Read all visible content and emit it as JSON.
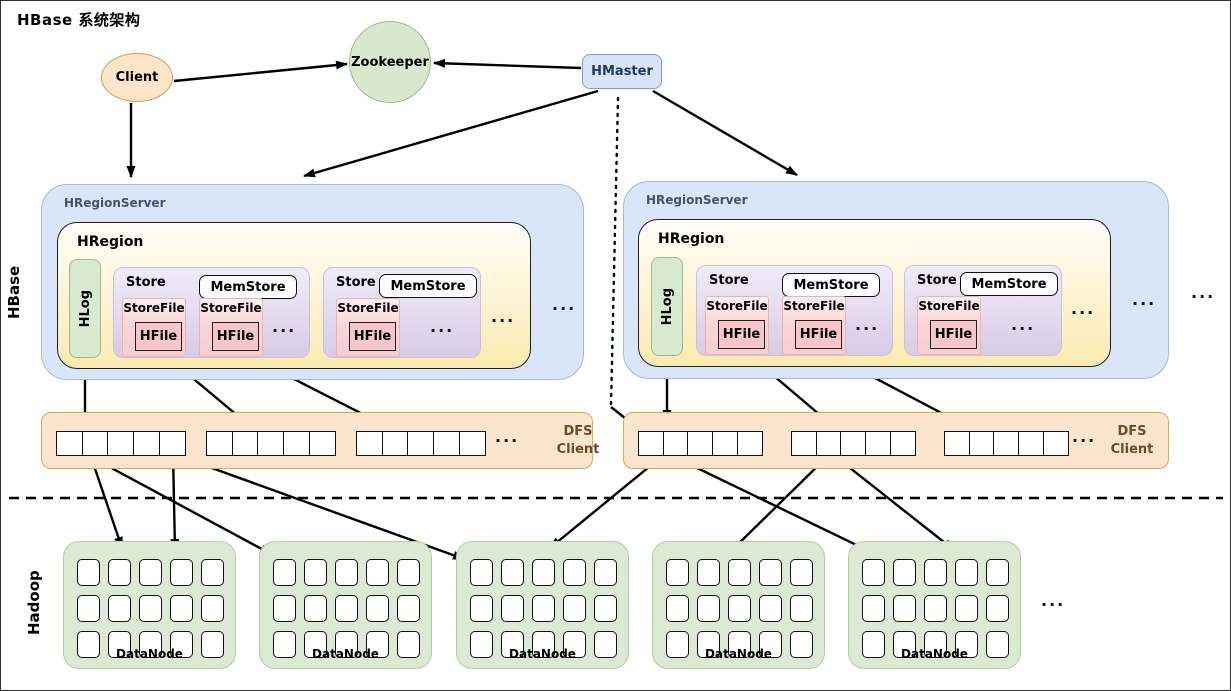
{
  "title": "HBase 系统架构",
  "sections": {
    "top": "HBase",
    "bottom": "Hadoop"
  },
  "nodes": {
    "client": "Client",
    "zookeeper": "Zookeeper",
    "hmaster": "HMaster",
    "hregionserver": "HRegionServer",
    "hregion": "HRegion",
    "hlog": "HLog",
    "store": "Store",
    "memstore": "MemStore",
    "storefile": "StoreFile",
    "hfile": "HFile",
    "dfs_line1": "DFS",
    "dfs_line2": "Client",
    "datanode": "DataNode"
  },
  "ellipsis": "...",
  "colors": {
    "client_fill": "#fce5c9",
    "client_border": "#d79b4b",
    "zookeeper_fill": "#d7e8cf",
    "zookeeper_border": "#9cbc87",
    "hmaster_fill": "#dae3f5",
    "hmaster_border": "#7f9ed6",
    "hmaster_text": "#203a67",
    "regionserver_fill": "#d9e5f8",
    "regionserver_border": "#a3b9dc",
    "regionserver_text": "#44546a",
    "hregion_gradient_top": "#fffef8",
    "hregion_gradient_bottom": "#fbeab0",
    "hlog_fill": "#d7e9ce",
    "hlog_border": "#9bb98a",
    "store_gradient_top": "#efecf8",
    "store_gradient_bottom": "#d8cbe4",
    "storefile_gradient_top": "#fdf0f0",
    "storefile_gradient_bottom": "#f8cdd0",
    "hfile_fill": "#f7c6c9",
    "dfs_fill": "#fce5cd",
    "dfs_border": "#dba84e",
    "dfs_text": "#6b4a2a",
    "datanode_fill": "#dcead3",
    "datanode_border": "#b5cda3",
    "arrow": "#000000"
  },
  "grid": {
    "dfs": {
      "rows": 1,
      "cols": 5
    },
    "datanode": {
      "rows": 3,
      "cols": 5
    }
  }
}
